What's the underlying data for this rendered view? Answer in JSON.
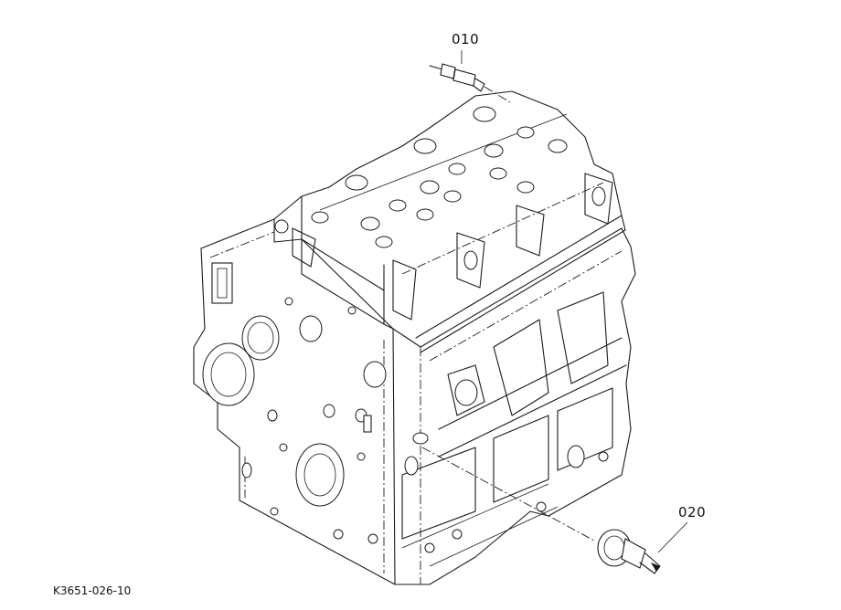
{
  "diagram": {
    "parts": [
      {
        "callout": "010"
      },
      {
        "callout": "020"
      }
    ],
    "drawing_code": "K3651-026-10"
  },
  "colors": {
    "line": "#1a1a1a",
    "background": "#ffffff"
  }
}
